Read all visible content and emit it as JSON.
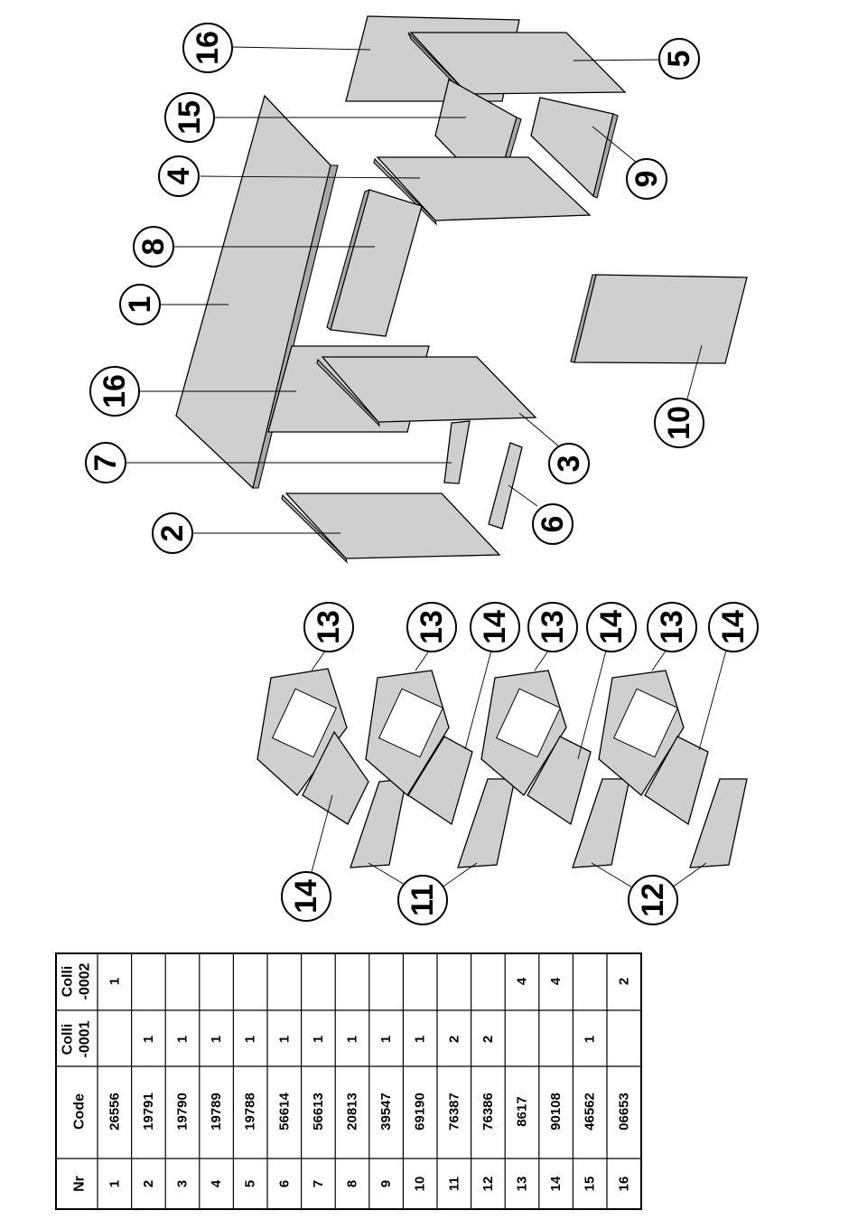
{
  "callouts": [
    {
      "id": "c1",
      "label": "1"
    },
    {
      "id": "c2",
      "label": "2"
    },
    {
      "id": "c3",
      "label": "3"
    },
    {
      "id": "c4",
      "label": "4"
    },
    {
      "id": "c5",
      "label": "5"
    },
    {
      "id": "c6",
      "label": "6"
    },
    {
      "id": "c7",
      "label": "7"
    },
    {
      "id": "c8",
      "label": "8"
    },
    {
      "id": "c9",
      "label": "9"
    },
    {
      "id": "c10",
      "label": "10"
    },
    {
      "id": "c15",
      "label": "15"
    },
    {
      "id": "c16a",
      "label": "16"
    },
    {
      "id": "c16b",
      "label": "16"
    },
    {
      "id": "c11",
      "label": "11"
    },
    {
      "id": "c12",
      "label": "12"
    },
    {
      "id": "c13a",
      "label": "13"
    },
    {
      "id": "c13b",
      "label": "13"
    },
    {
      "id": "c13c",
      "label": "13"
    },
    {
      "id": "c13d",
      "label": "13"
    },
    {
      "id": "c14a",
      "label": "14"
    },
    {
      "id": "c14b",
      "label": "14"
    },
    {
      "id": "c14c",
      "label": "14"
    },
    {
      "id": "c14d",
      "label": "14"
    }
  ],
  "parts_table": {
    "headers": {
      "nr": "Nr",
      "code": "Code",
      "colli1": [
        "Colli",
        "-0001"
      ],
      "colli2": [
        "Colli",
        "-0002"
      ]
    },
    "rows": [
      {
        "nr": "1",
        "code": "26556",
        "colli1": "",
        "colli2": "1"
      },
      {
        "nr": "2",
        "code": "19791",
        "colli1": "1",
        "colli2": ""
      },
      {
        "nr": "3",
        "code": "19790",
        "colli1": "1",
        "colli2": ""
      },
      {
        "nr": "4",
        "code": "19789",
        "colli1": "1",
        "colli2": ""
      },
      {
        "nr": "5",
        "code": "19788",
        "colli1": "1",
        "colli2": ""
      },
      {
        "nr": "6",
        "code": "56614",
        "colli1": "1",
        "colli2": ""
      },
      {
        "nr": "7",
        "code": "56613",
        "colli1": "1",
        "colli2": ""
      },
      {
        "nr": "8",
        "code": "20813",
        "colli1": "1",
        "colli2": ""
      },
      {
        "nr": "9",
        "code": "39547",
        "colli1": "1",
        "colli2": ""
      },
      {
        "nr": "10",
        "code": "69190",
        "colli1": "1",
        "colli2": ""
      },
      {
        "nr": "11",
        "code": "76387",
        "colli1": "2",
        "colli2": ""
      },
      {
        "nr": "12",
        "code": "76386",
        "colli1": "2",
        "colli2": ""
      },
      {
        "nr": "13",
        "code": "8617",
        "colli1": "",
        "colli2": "4"
      },
      {
        "nr": "14",
        "code": "90108",
        "colli1": "",
        "colli2": "4"
      },
      {
        "nr": "15",
        "code": "46562",
        "colli1": "1",
        "colli2": ""
      },
      {
        "nr": "16",
        "code": "06653",
        "colli1": "",
        "colli2": "2"
      }
    ]
  },
  "colors": {
    "panel": "#cfcfcf",
    "edge": "#a9a9a9",
    "line": "#000000",
    "background": "#ffffff"
  }
}
